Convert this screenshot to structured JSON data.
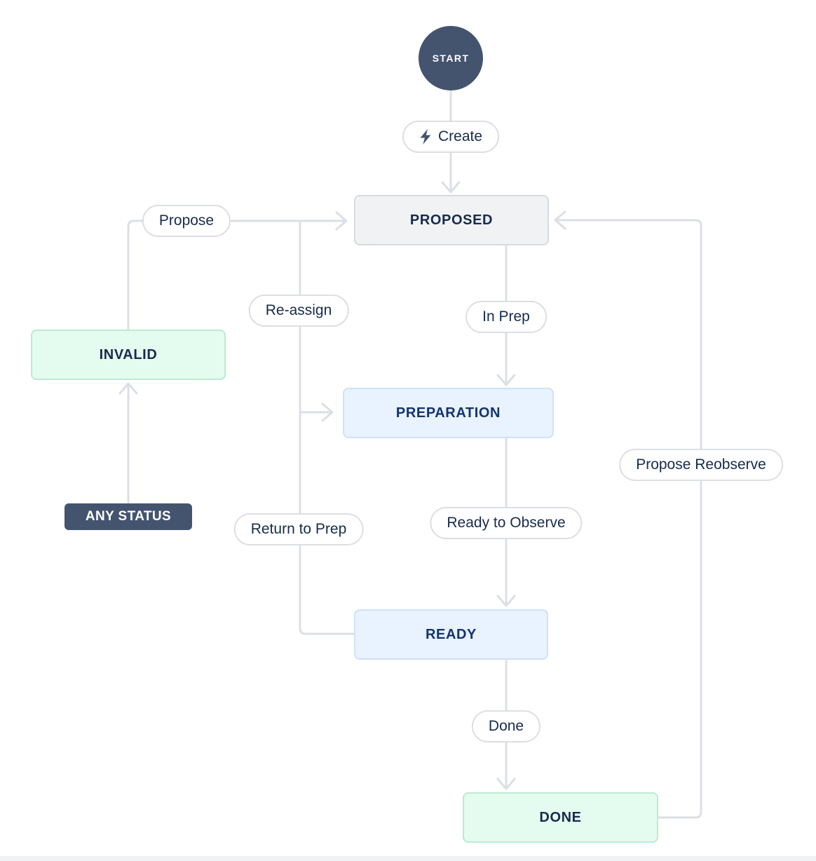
{
  "diagram": {
    "start": {
      "label": "START"
    },
    "nodes": {
      "proposed": {
        "label": "PROPOSED",
        "type": "neutral"
      },
      "invalid": {
        "label": "INVALID",
        "type": "success"
      },
      "preparation": {
        "label": "PREPARATION",
        "type": "info"
      },
      "ready": {
        "label": "READY",
        "type": "info"
      },
      "done": {
        "label": "DONE",
        "type": "success"
      },
      "any_status": {
        "label": "ANY STATUS"
      }
    },
    "transitions": {
      "create": {
        "label": "Create",
        "icon": "lightning-icon"
      },
      "propose": {
        "label": "Propose"
      },
      "reassign": {
        "label": "Re-assign"
      },
      "in_prep": {
        "label": "In Prep"
      },
      "propose_reobserve": {
        "label": "Propose Reobserve"
      },
      "ready_to_observe": {
        "label": "Ready to Observe"
      },
      "return_to_prep": {
        "label": "Return to Prep"
      },
      "done": {
        "label": "Done"
      }
    },
    "colors": {
      "line": "#dcdfe4",
      "dark": "#44546f",
      "neutral_bg": "#f1f2f4",
      "info_bg": "#e9f2ff",
      "success_bg": "#e3fcef",
      "text": "#172b4d"
    }
  }
}
